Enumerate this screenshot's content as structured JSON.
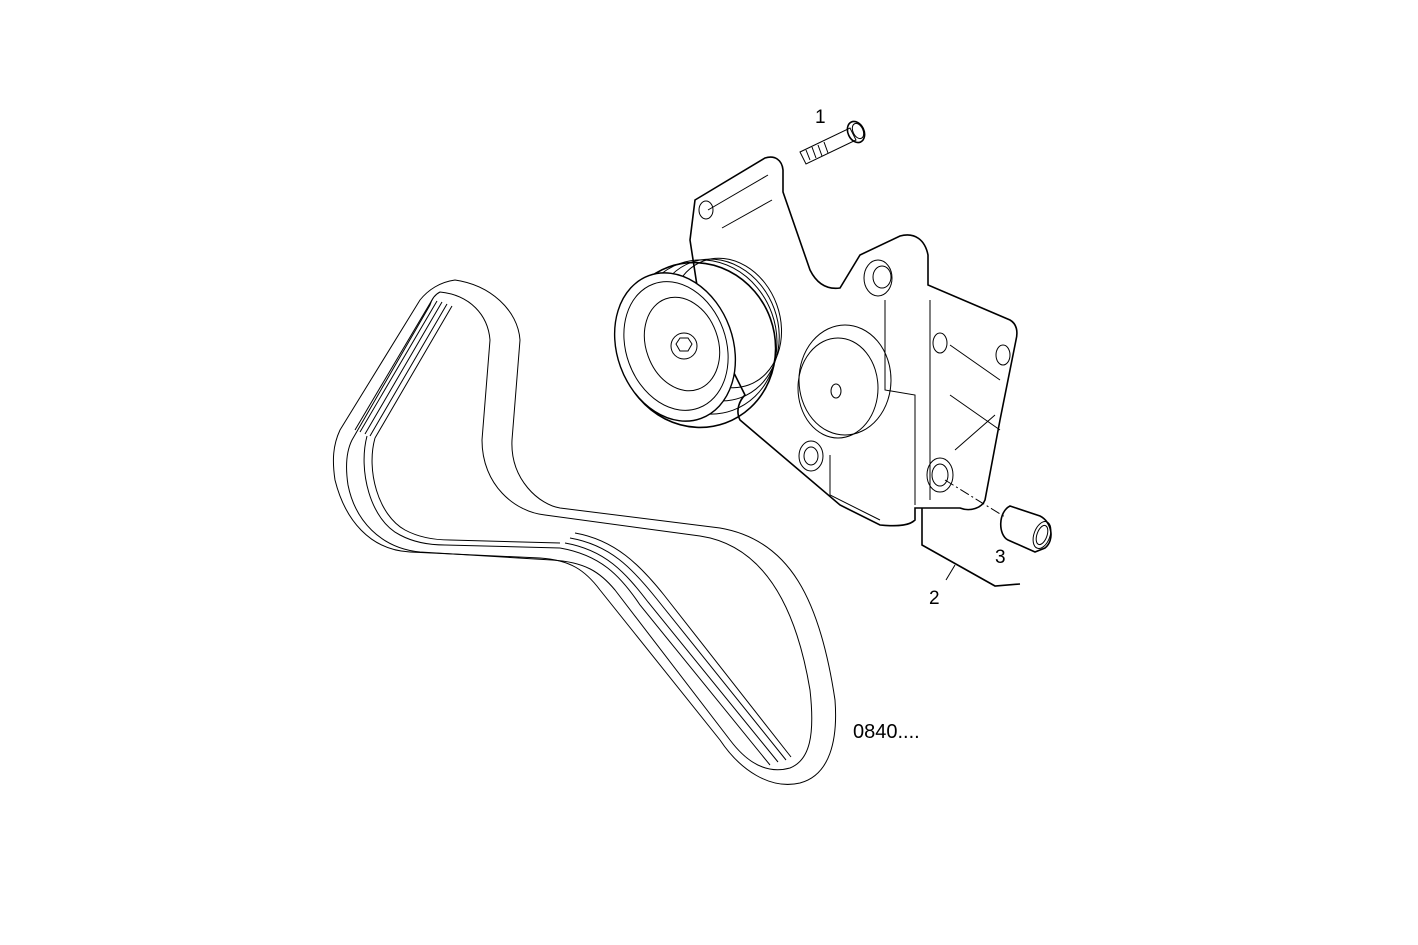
{
  "diagram": {
    "type": "exploded parts view",
    "subject": "belt tensioner assembly with poly-V belt",
    "callouts": [
      {
        "id": "1",
        "label": "1",
        "part": "bolt"
      },
      {
        "id": "2",
        "label": "2",
        "part": "tensioner bracket assembly"
      },
      {
        "id": "3",
        "label": "3",
        "part": "bushing / sleeve"
      }
    ],
    "reference_code": "0840....",
    "colors": {
      "line": "#000000",
      "background": "#ffffff"
    }
  }
}
